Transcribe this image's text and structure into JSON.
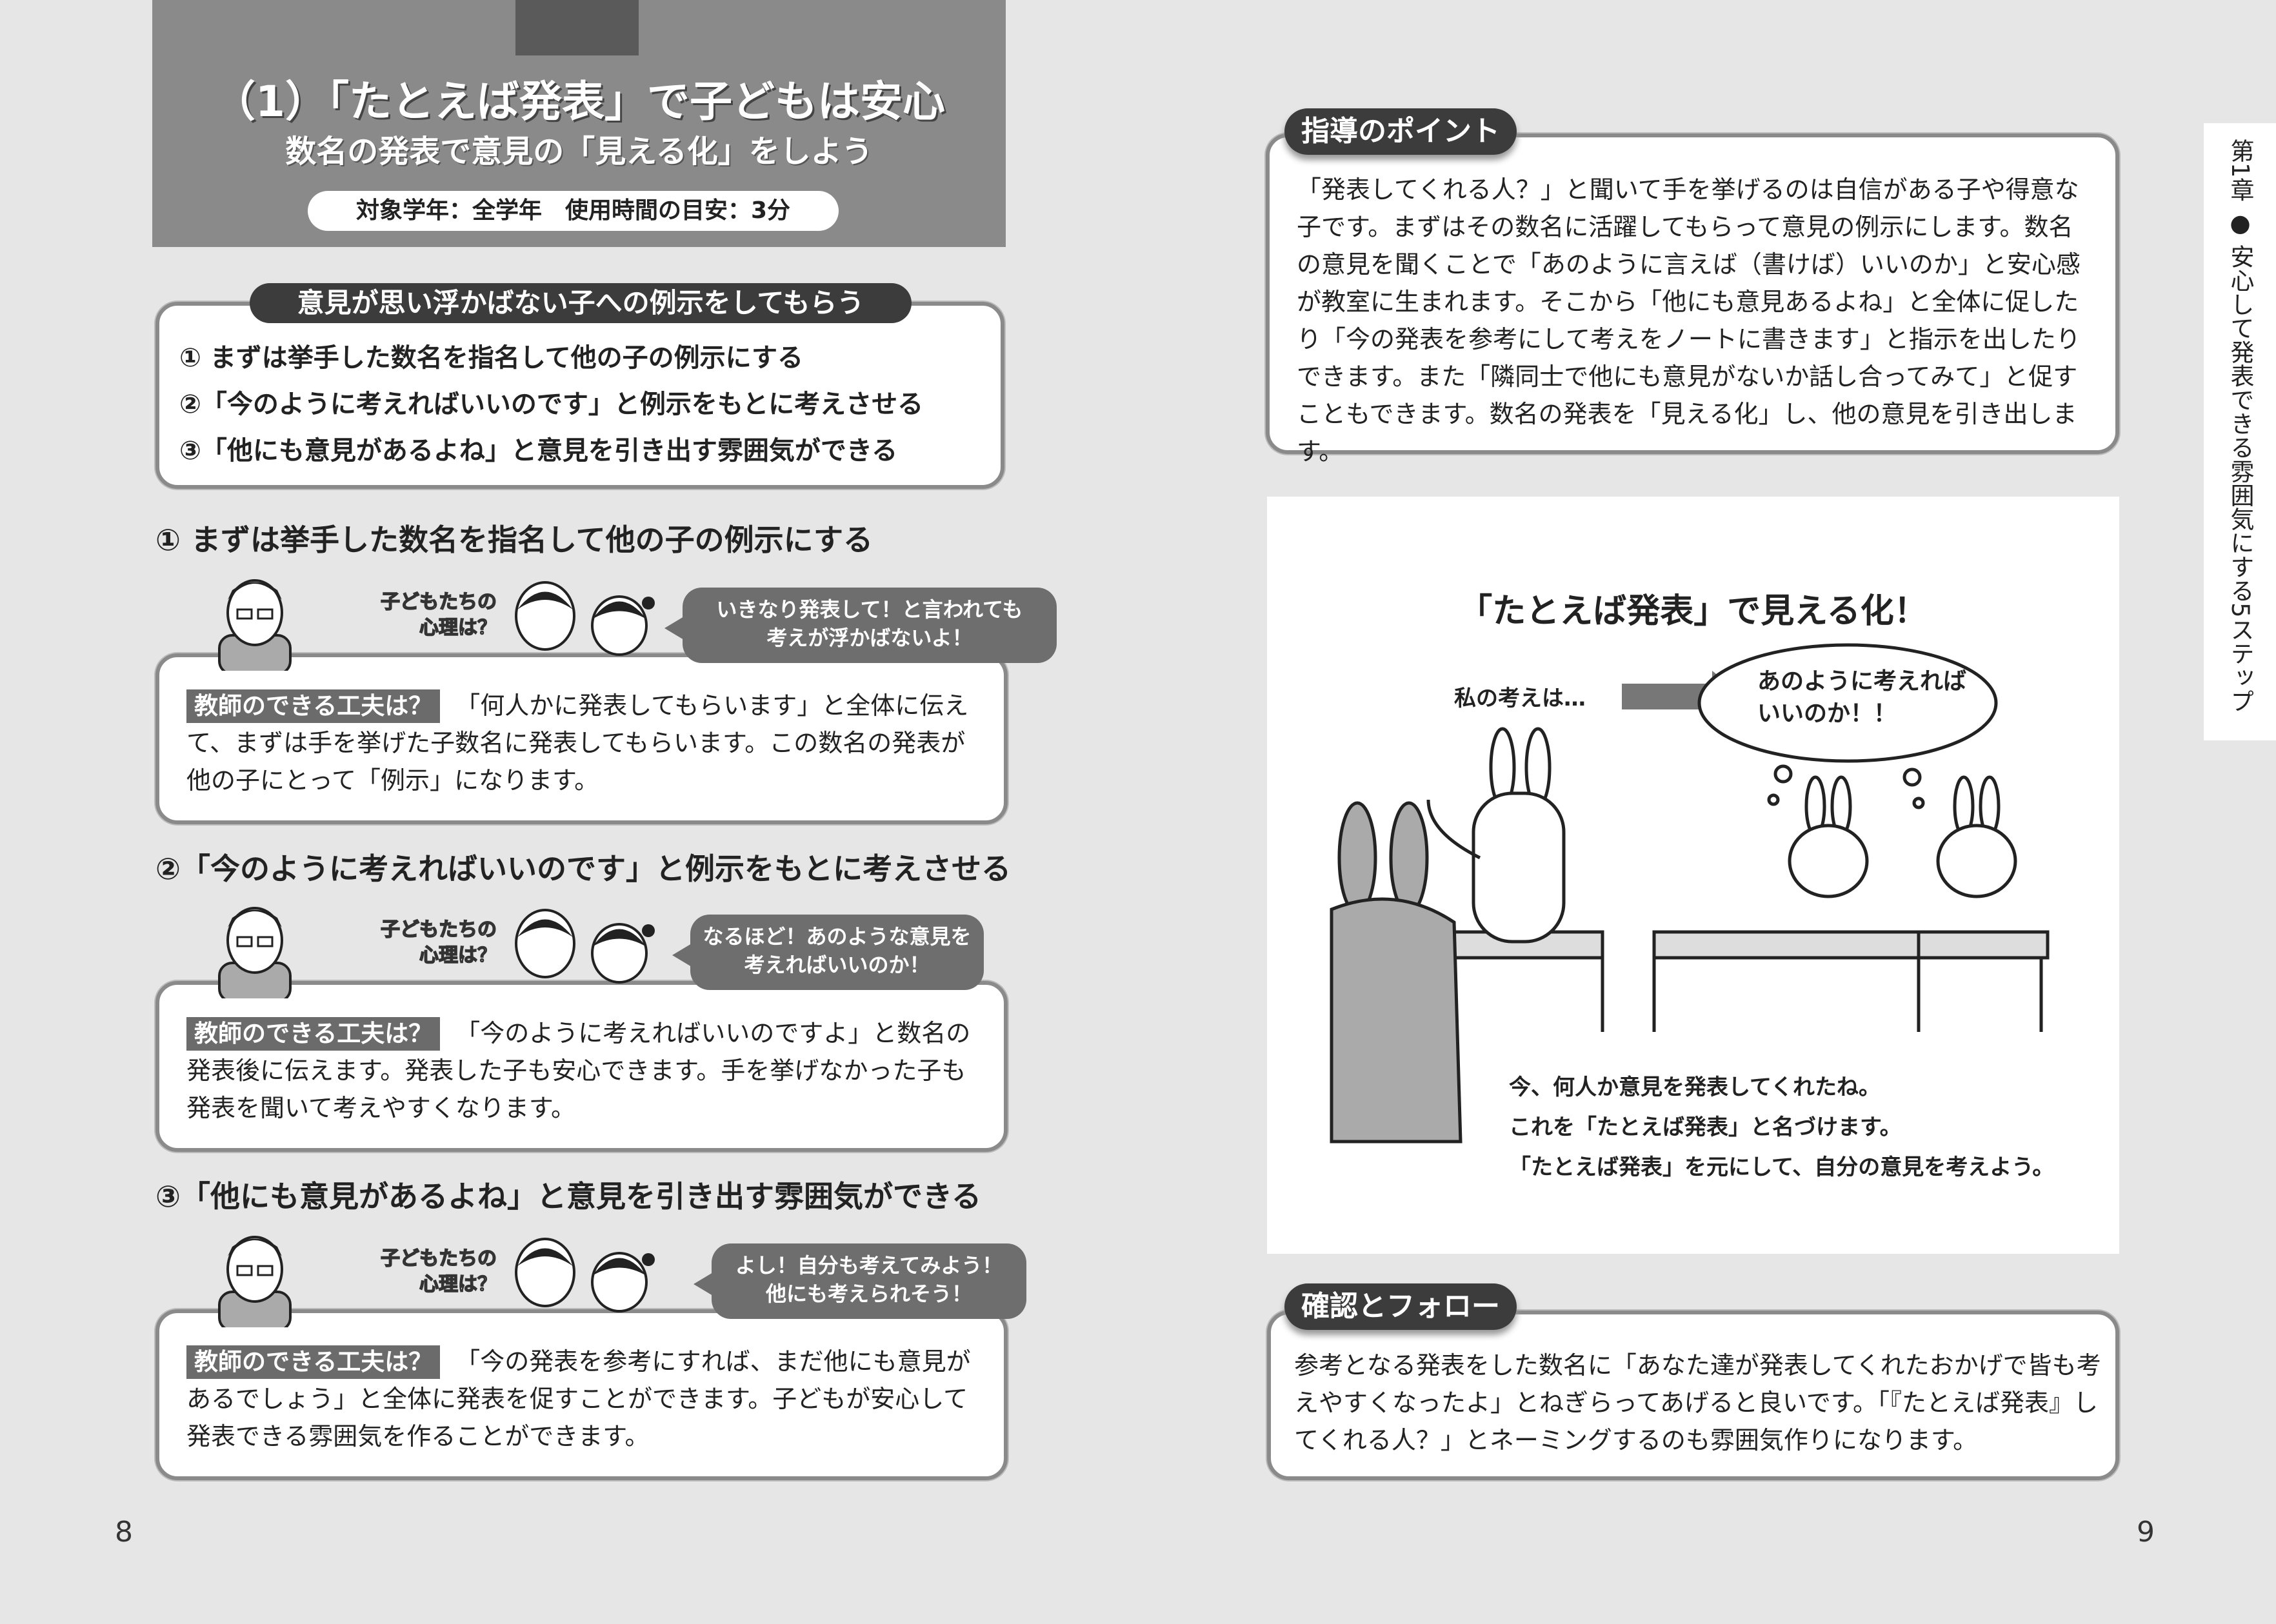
{
  "left_page": {
    "title": "（1）「たとえば発表」で子どもは安心",
    "subtitle": "数名の発表で意見の「見える化」をしよう",
    "meta": "対象学年：全学年　使用時間の目安：3分",
    "summary_header": "意見が思い浮かばない子への例示をしてもらう",
    "summary_items": [
      "① まずは挙手した数名を指名して他の子の例示にする",
      "②「今のように考えればいいのです」と例示をもとに考えさせる",
      "③「他にも意見があるよね」と意見を引き出す雰囲気ができる"
    ],
    "sections": [
      {
        "heading": "① まずは挙手した数名を指名して他の子の例示にする",
        "kokoro": [
          "子どもたちの",
          "心理は？"
        ],
        "bubble": [
          "いきなり発表して！と言われても",
          "考えが浮かばないよ！"
        ],
        "tag": "教師のできる工夫は？",
        "text": "「何人かに発表してもらいます」と全体に伝えて、まずは手を挙げた子数名に発表してもらいます。この数名の発表が他の子にとって「例示」になります。"
      },
      {
        "heading": "②「今のように考えればいいのです」と例示をもとに考えさせる",
        "kokoro": [
          "子どもたちの",
          "心理は？"
        ],
        "bubble": [
          "なるほど！あのような意見を",
          "考えればいいのか！"
        ],
        "tag": "教師のできる工夫は？",
        "text": "「今のように考えればいいのですよ」と数名の発表後に伝えます。発表した子も安心できます。手を挙げなかった子も発表を聞いて考えやすくなります。"
      },
      {
        "heading": "③「他にも意見があるよね」と意見を引き出す雰囲気ができる",
        "kokoro": [
          "子どもたちの",
          "心理は？"
        ],
        "bubble": [
          "よし！自分も考えてみよう！",
          "他にも考えられそう！"
        ],
        "tag": "教師のできる工夫は？",
        "text": "「今の発表を参考にすれば、まだ他にも意見があるでしょう」と全体に発表を促すことができます。子どもが安心して発表できる雰囲気を作ることができます。"
      }
    ],
    "page_number": "8"
  },
  "right_page": {
    "point_label": "指導のポイント",
    "point_text": "「発表してくれる人？」と聞いて手を挙げるのは自信がある子や得意な子です。まずはその数名に活躍してもらって意見の例示にします。数名の意見を聞くことで「あのように言えば（書けば）いいのか」と安心感が教室に生まれます。そこから「他にも意見あるよね」と全体に促したり「今の発表を参考にして考えをノートに書きます」と指示を出したりできます。また「隣同士で他にも意見がないか話し合ってみて」と促すこともできます。数名の発表を「見える化」し、他の意見を引き出します。",
    "illustration": {
      "title": "「たとえば発表」で見える化！",
      "speaker": "私の考えは…",
      "thought": [
        "あのように考えれば",
        "いいのか！！"
      ],
      "caption": [
        "今、何人か意見を発表してくれたね。",
        "これを「たとえば発表」と名づけます。",
        "「たとえば発表」を元にして、自分の意見を考えよう。"
      ]
    },
    "follow_label": "確認とフォロー",
    "follow_text": "参考となる発表をした数名に「あなた達が発表してくれたおかげで皆も考えやすくなったよ」とねぎらってあげると良いです。「『たとえば発表』してくれる人？」とネーミングするのも雰囲気作りになります。",
    "side_tab": "第1章 ● 安心して発表できる雰囲気にする5ステップ",
    "page_number": "9"
  },
  "colors": {
    "header_gray": "#8a8a8a",
    "dark": "#3c3c3c",
    "bubble": "#6e6e6e"
  }
}
